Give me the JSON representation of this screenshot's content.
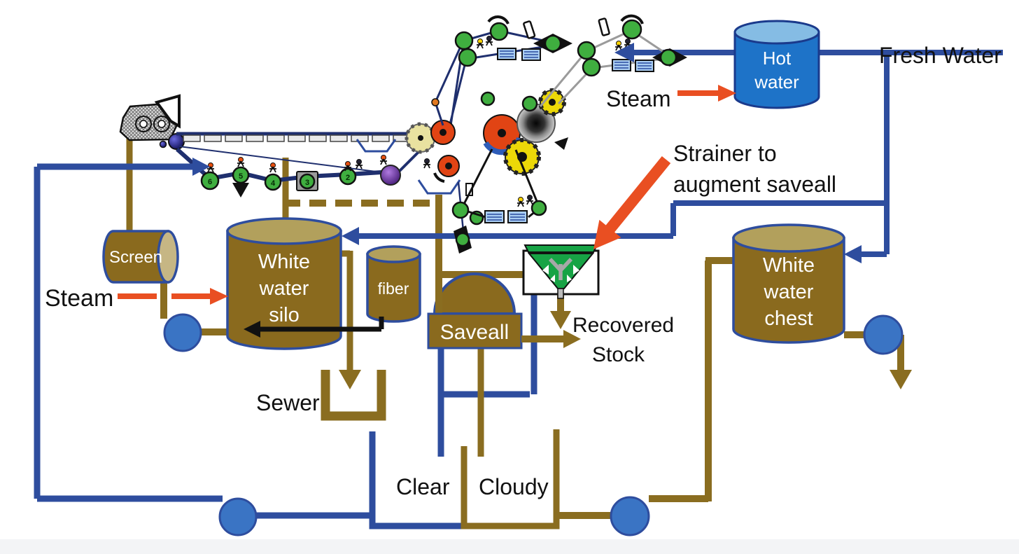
{
  "labels": {
    "fresh_water": "Fresh Water",
    "steam_hot": "Steam",
    "strainer_note_line1": "Strainer to",
    "strainer_note_line2": "augment saveall",
    "recovered_line1": "Recovered",
    "recovered_line2": "Stock",
    "sewer": "Sewer",
    "clear": "Clear",
    "cloudy": "Cloudy",
    "steam_silo": "Steam"
  },
  "tanks": {
    "hot_water": {
      "line1": "Hot",
      "line2": "water"
    },
    "screen": "Screen",
    "silo": {
      "line1": "White",
      "line2": "water",
      "line3": "silo"
    },
    "fiber": "fiber",
    "chest": {
      "line1": "White",
      "line2": "water",
      "line3": "chest"
    },
    "saveall": "Saveall"
  },
  "machine": {
    "roll_numbers": [
      "6",
      "5",
      "4",
      "3",
      "2"
    ]
  },
  "colors": {
    "pipe_blue": "#2e4d9e",
    "pipe_brown": "#8a6d20",
    "steam_red": "#e94f22",
    "tank_brown": "#8a6a1e",
    "tank_top": "#b2a05c",
    "screen_top": "#c6b684",
    "hot_blue": "#1e73c8",
    "hot_top": "#85bce4",
    "pump_blue": "#3a74c4",
    "strainer_green": "#17a345",
    "label_black": "#111",
    "machine_navy": "#1f2f6e"
  }
}
